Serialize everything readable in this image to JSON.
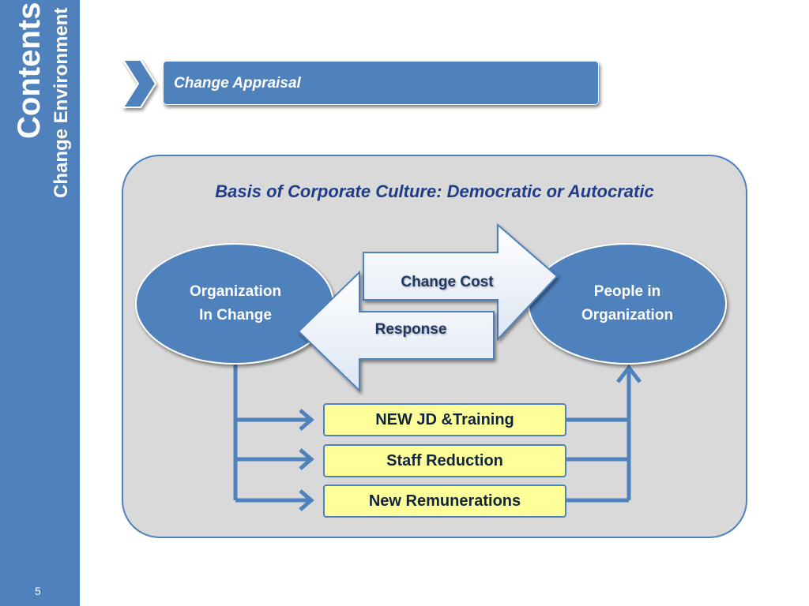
{
  "sidebar": {
    "title": "Contents",
    "subtitle": "Change Environment",
    "page_number": "5"
  },
  "header": {
    "label": "Change Appraisal"
  },
  "diagram": {
    "title": "Basis of Corporate Culture: Democratic or Autocratic",
    "left_node": {
      "line1": "Organization",
      "line2": "In Change"
    },
    "right_node": {
      "line1": "People in",
      "line2": "Organization"
    },
    "forward_arrow": "Change Cost",
    "back_arrow": "Response",
    "actions": [
      "NEW JD &Training",
      "Staff Reduction",
      "New Remunerations"
    ]
  },
  "colors": {
    "accent": "#4f81bd",
    "panel": "#d9d9d9",
    "action_fill": "#ffff99",
    "text_dark": "#1f3864"
  }
}
